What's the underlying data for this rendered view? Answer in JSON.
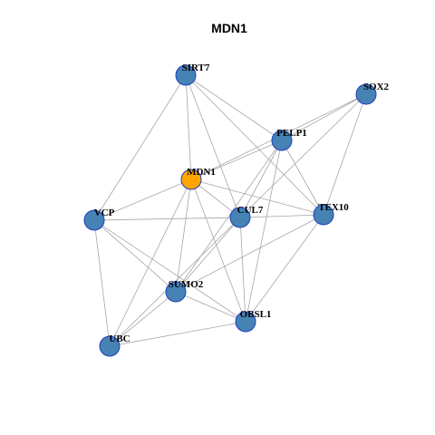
{
  "title": "MDN1",
  "colors": {
    "background": "#ffffff",
    "edge": "#a6a6a6",
    "node_border": "#1f3fbf",
    "node_default": "#4682b4",
    "node_focus": "#ffa500"
  },
  "graph": {
    "focus_node": "MDN1",
    "nodes": [
      {
        "id": "SIRT7",
        "label": "SIRT7"
      },
      {
        "id": "SOX2",
        "label": "SOX2"
      },
      {
        "id": "PELP1",
        "label": "PELP1"
      },
      {
        "id": "MDN1",
        "label": "MDN1"
      },
      {
        "id": "CUL7",
        "label": "CUL7"
      },
      {
        "id": "TEX10",
        "label": "TEX10"
      },
      {
        "id": "VCP",
        "label": "VCP"
      },
      {
        "id": "SUMO2",
        "label": "SUMO2"
      },
      {
        "id": "OBSL1",
        "label": "OBSL1"
      },
      {
        "id": "UBC",
        "label": "UBC"
      }
    ],
    "edges": [
      [
        "SIRT7",
        "MDN1"
      ],
      [
        "SIRT7",
        "PELP1"
      ],
      [
        "SIRT7",
        "CUL7"
      ],
      [
        "SIRT7",
        "TEX10"
      ],
      [
        "SIRT7",
        "VCP"
      ],
      [
        "SOX2",
        "PELP1"
      ],
      [
        "SOX2",
        "MDN1"
      ],
      [
        "SOX2",
        "CUL7"
      ],
      [
        "SOX2",
        "TEX10"
      ],
      [
        "PELP1",
        "MDN1"
      ],
      [
        "PELP1",
        "CUL7"
      ],
      [
        "PELP1",
        "TEX10"
      ],
      [
        "PELP1",
        "SUMO2"
      ],
      [
        "PELP1",
        "OBSL1"
      ],
      [
        "MDN1",
        "VCP"
      ],
      [
        "MDN1",
        "CUL7"
      ],
      [
        "MDN1",
        "TEX10"
      ],
      [
        "MDN1",
        "SUMO2"
      ],
      [
        "MDN1",
        "OBSL1"
      ],
      [
        "MDN1",
        "UBC"
      ],
      [
        "VCP",
        "CUL7"
      ],
      [
        "VCP",
        "SUMO2"
      ],
      [
        "VCP",
        "UBC"
      ],
      [
        "VCP",
        "OBSL1"
      ],
      [
        "CUL7",
        "TEX10"
      ],
      [
        "CUL7",
        "SUMO2"
      ],
      [
        "CUL7",
        "OBSL1"
      ],
      [
        "TEX10",
        "SUMO2"
      ],
      [
        "TEX10",
        "OBSL1"
      ],
      [
        "SUMO2",
        "UBC"
      ],
      [
        "SUMO2",
        "OBSL1"
      ],
      [
        "UBC",
        "OBSL1"
      ],
      [
        "UBC",
        "CUL7"
      ]
    ]
  }
}
